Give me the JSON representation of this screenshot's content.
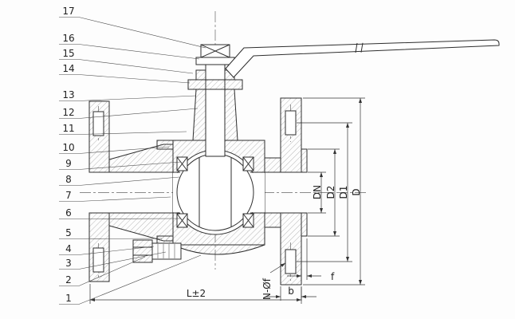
{
  "drawing": {
    "type": "flanged-ball-valve-cross-section",
    "callouts": [
      {
        "label": "17"
      },
      {
        "label": "16"
      },
      {
        "label": "15"
      },
      {
        "label": "14"
      },
      {
        "label": "13"
      },
      {
        "label": "12"
      },
      {
        "label": "11"
      },
      {
        "label": "10"
      },
      {
        "label": "9"
      },
      {
        "label": "8"
      },
      {
        "label": "7"
      },
      {
        "label": "6"
      },
      {
        "label": "5"
      },
      {
        "label": "4"
      },
      {
        "label": "3"
      },
      {
        "label": "2"
      },
      {
        "label": "1"
      }
    ],
    "dimensions": {
      "bore": "DN",
      "seal_face": "D2",
      "bolt_circle": "D1",
      "flange_od": "D",
      "face_to_face": "L±2",
      "bolt_holes": "N-Øf",
      "flange_thickness": "b",
      "raised_face": "f"
    }
  }
}
